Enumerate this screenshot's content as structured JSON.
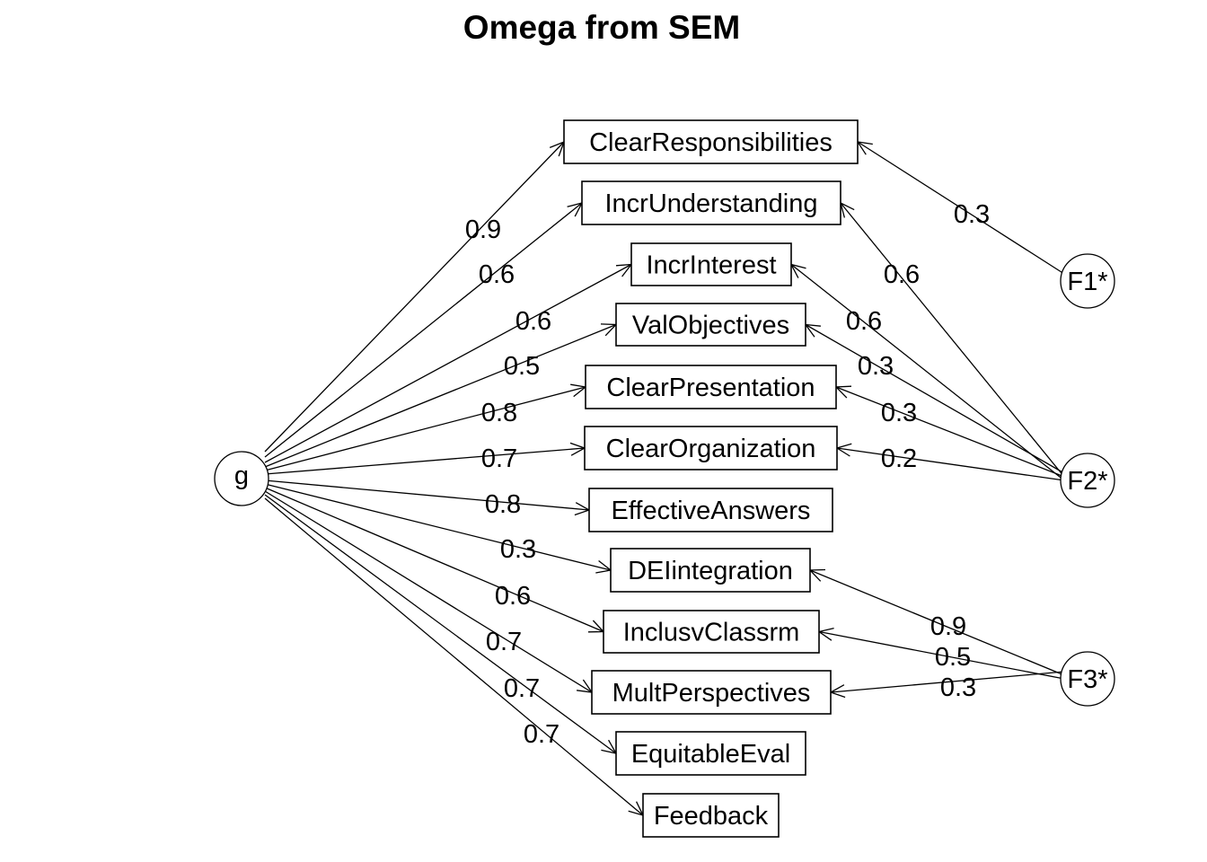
{
  "title": "Omega from SEM",
  "general_factor": "g",
  "group_factors": [
    "F1*",
    "F2*",
    "F3*"
  ],
  "variables": [
    {
      "name": "ClearResponsibilities",
      "g_loading": "0.9",
      "group": "F1*",
      "group_loading": "0.3"
    },
    {
      "name": "IncrUnderstanding",
      "g_loading": "0.6",
      "group": "F2*",
      "group_loading": "0.6"
    },
    {
      "name": "IncrInterest",
      "g_loading": "0.6",
      "group": "F2*",
      "group_loading": "0.6"
    },
    {
      "name": "ValObjectives",
      "g_loading": "0.5",
      "group": "F2*",
      "group_loading": "0.3"
    },
    {
      "name": "ClearPresentation",
      "g_loading": "0.8",
      "group": "F2*",
      "group_loading": "0.3"
    },
    {
      "name": "ClearOrganization",
      "g_loading": "0.7",
      "group": "F2*",
      "group_loading": "0.2"
    },
    {
      "name": "EffectiveAnswers",
      "g_loading": "0.8",
      "group": null,
      "group_loading": null
    },
    {
      "name": "DEIintegration",
      "g_loading": "0.3",
      "group": "F3*",
      "group_loading": "0.9"
    },
    {
      "name": "InclusvClassrm",
      "g_loading": "0.6",
      "group": "F3*",
      "group_loading": "0.5"
    },
    {
      "name": "MultPerspectives",
      "g_loading": "0.7",
      "group": "F3*",
      "group_loading": "0.3"
    },
    {
      "name": "EquitableEval",
      "g_loading": "0.7",
      "group": null,
      "group_loading": null
    },
    {
      "name": "Feedback",
      "g_loading": "0.7",
      "group": null,
      "group_loading": null
    }
  ]
}
